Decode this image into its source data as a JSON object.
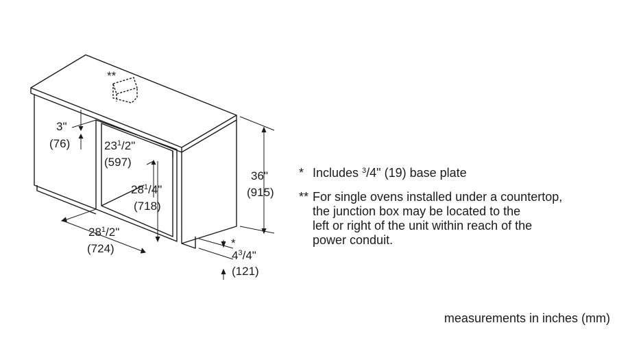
{
  "dimensions": {
    "top_gap": {
      "value": "3\"",
      "mm": "(76)"
    },
    "opening_height": {
      "whole": "23",
      "frac_num": "1",
      "frac_den": "/2\"",
      "mm": "(597)"
    },
    "opening_depth": {
      "whole": "28",
      "frac_num": "1",
      "frac_den": "/4\"",
      "mm": "(718)"
    },
    "cabinet_width": {
      "whole": "28",
      "frac_num": "1",
      "frac_den": "/2\"",
      "mm": "(724)"
    },
    "cabinet_height": {
      "value": "36\"",
      "mm": "(915)"
    },
    "base_height": {
      "marker": "*",
      "whole": "4",
      "frac_num": "3",
      "frac_den": "/4\"",
      "mm": "(121)"
    },
    "junction_marker": "**"
  },
  "notes": {
    "note1": {
      "marker": "*",
      "pre": "Includes ",
      "sup": "3",
      "post": "/4\" (19) base plate"
    },
    "note2": {
      "marker": "**",
      "lines": [
        "For single ovens installed under a countertop,",
        "the junction box may be located to the",
        "left or right of the unit within reach of the",
        "power conduit."
      ]
    }
  },
  "footer": "measurements in inches (mm)"
}
